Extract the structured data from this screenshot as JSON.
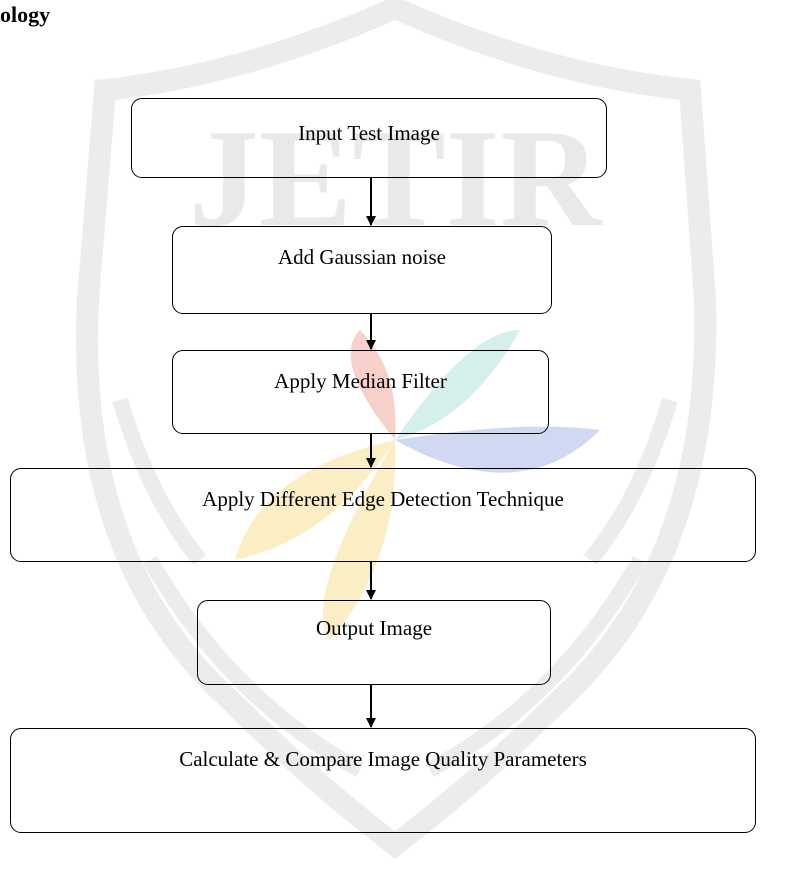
{
  "heading": "ology",
  "watermark": {
    "text": "JETIR",
    "colors": {
      "shield": "#dcdcdc",
      "letters": "#e2e2e2",
      "petal_red": "#f5b8b0",
      "petal_yellow": "#fbe6a6",
      "petal_blue": "#b9c6ec",
      "petal_teal": "#bfe9e2"
    }
  },
  "flowchart": {
    "nodes": [
      {
        "id": "input",
        "label": "Input Test Image"
      },
      {
        "id": "noise",
        "label": "Add  Gaussian noise"
      },
      {
        "id": "median",
        "label": "Apply Median Filter"
      },
      {
        "id": "edge",
        "label": "Apply Different Edge Detection Technique"
      },
      {
        "id": "output",
        "label": "Output Image"
      },
      {
        "id": "compare",
        "label": "Calculate & Compare Image Quality Parameters"
      }
    ],
    "edges": [
      {
        "from": "input",
        "to": "noise"
      },
      {
        "from": "noise",
        "to": "median"
      },
      {
        "from": "median",
        "to": "edge"
      },
      {
        "from": "edge",
        "to": "output"
      },
      {
        "from": "output",
        "to": "compare"
      }
    ]
  }
}
